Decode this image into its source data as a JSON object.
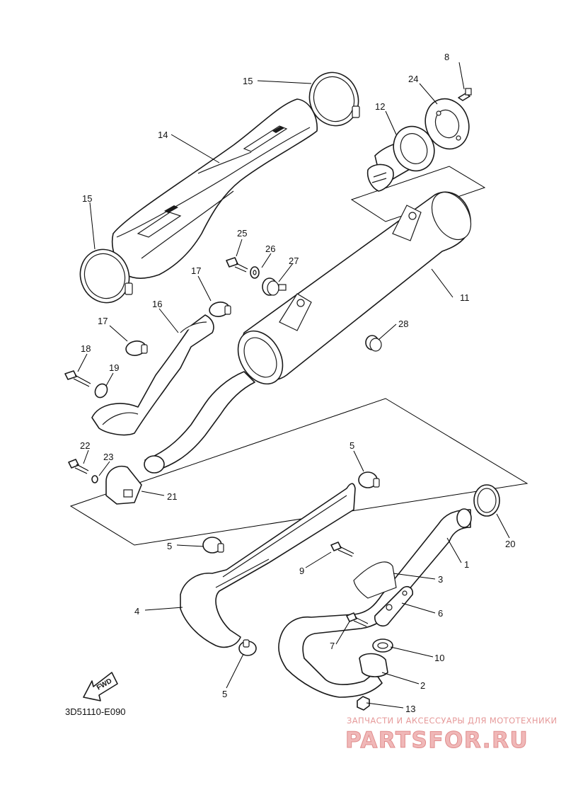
{
  "diagram": {
    "code": "3D51110-E090",
    "fwd_label": "FWD",
    "callouts": [
      "1",
      "2",
      "3",
      "4",
      "5",
      "5",
      "5",
      "6",
      "7",
      "8",
      "9",
      "10",
      "11",
      "12",
      "13",
      "14",
      "15",
      "15",
      "16",
      "17",
      "17",
      "18",
      "19",
      "20",
      "21",
      "22",
      "23",
      "24",
      "25",
      "26",
      "27",
      "28"
    ]
  },
  "watermark": {
    "top_text": "ЗАПЧАСТИ И АКСЕССУАРЫ ДЛЯ МОТОТЕХНИКИ",
    "brand": "PARTSFOR.RU"
  }
}
